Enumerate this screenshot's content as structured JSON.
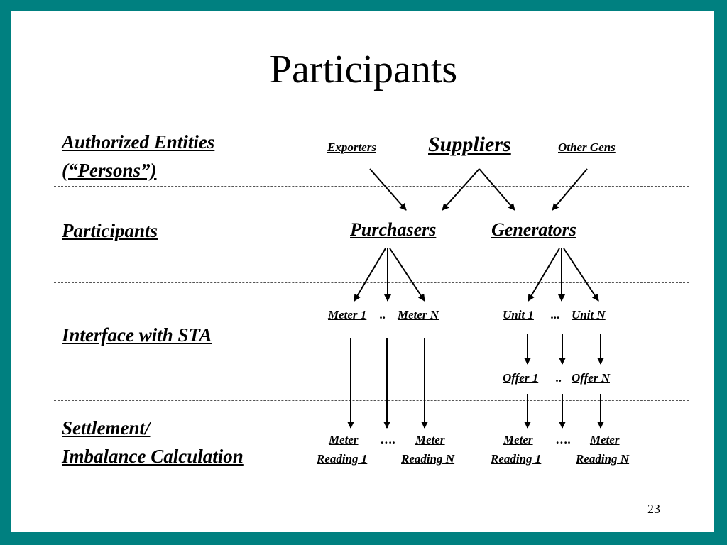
{
  "title": "Participants",
  "page_number": "23",
  "rows": {
    "authorized_line1": "Authorized Entities",
    "authorized_line2": "(“Persons”)",
    "participants": "Participants",
    "interface": "Interface with STA",
    "settlement_line1": "Settlement/",
    "settlement_line2": "Imbalance Calculation"
  },
  "nodes": {
    "exporters": "Exporters",
    "suppliers": "Suppliers",
    "other_gens": "Other Gens",
    "purchasers": "Purchasers",
    "generators": "Generators",
    "meter_1": "Meter 1",
    "meter_sep": "..",
    "meter_n": "Meter N",
    "unit_1": "Unit 1",
    "unit_sep": "...",
    "unit_n": "Unit N",
    "offer_1": "Offer 1",
    "offer_sep": "..",
    "offer_n": "Offer N",
    "reading_meter_word": "Meter",
    "reading_1": "Reading 1",
    "reading_n": "Reading N",
    "reading_sep": "…."
  }
}
